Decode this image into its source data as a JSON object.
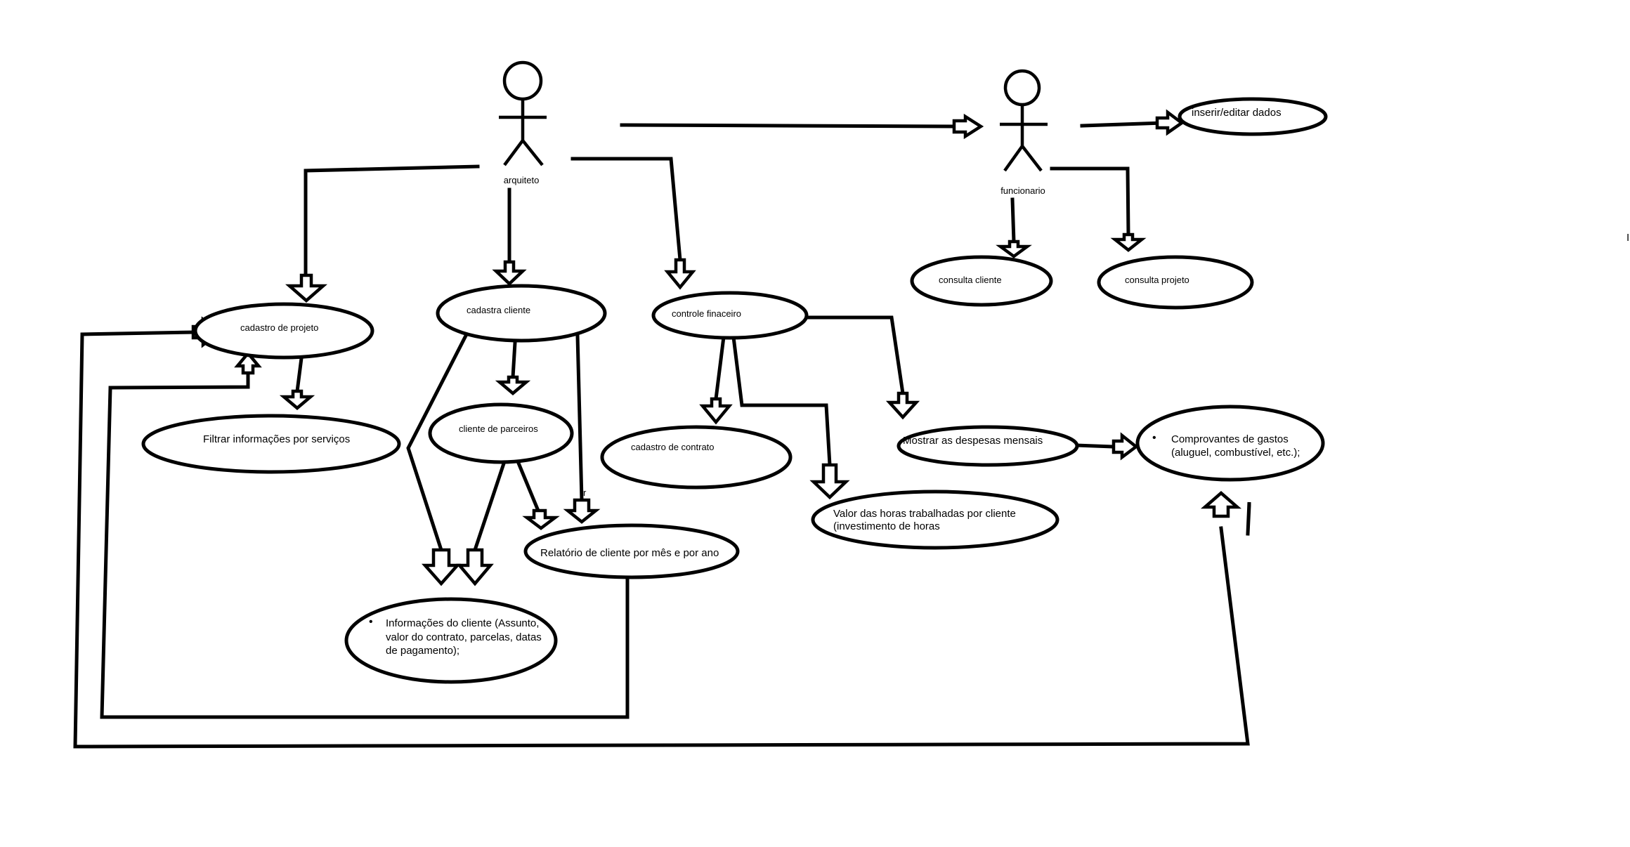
{
  "actors": {
    "arquiteto": "arquiteto",
    "funcionario": "funcionario"
  },
  "use_cases": {
    "cadastro_projeto": "cadastro de projeto",
    "cadastra_cliente": "cadastra cliente",
    "controle_financeiro": "controle finaceiro",
    "consulta_cliente": "consulta cliente",
    "consulta_projeto": "consulta projeto",
    "inserir_editar": "inserir/editar dados",
    "filtrar": "Filtrar informações por serviços",
    "cliente_parceiros": "cliente de parceiros",
    "cadastro_contrato": "cadastro de contrato",
    "despesas": "Mostrar as despesas mensais",
    "comprovantes_1": "Comprovantes de gastos",
    "comprovantes_2": "(aluguel, combustível, etc.);",
    "valor_horas_1": "Valor das horas trabalhadas por cliente",
    "valor_horas_2": "(investimento de horas",
    "relatorio": "Relatório de cliente por mês e por ano",
    "info_cliente_1": "Informações do cliente (Assunto,",
    "info_cliente_2": "valor do contrato, parcelas, datas",
    "info_cliente_3": "de pagamento);"
  },
  "stray_marks": {
    "r": "r",
    "edge_mark": "I"
  }
}
